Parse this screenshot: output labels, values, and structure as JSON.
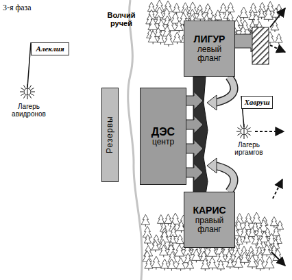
{
  "diagram": {
    "title": "3-я фаза",
    "nodes": [
      {
        "text": [
          "Алеклия"
        ]
      },
      {
        "text": [
          "Резервы"
        ]
      },
      {
        "text": [
          "ДЭС",
          "центр"
        ]
      },
      {
        "text": [
          "ЛИГУР",
          "левый фланг"
        ]
      },
      {
        "text": [
          "Хавруш"
        ]
      },
      {
        "text": [
          "КАРИС",
          "правый фланг"
        ]
      }
    ],
    "labels": [
      "Волчий ручей",
      "Лагерь авидронов",
      "Лагерь иргамгов"
    ]
  }
}
